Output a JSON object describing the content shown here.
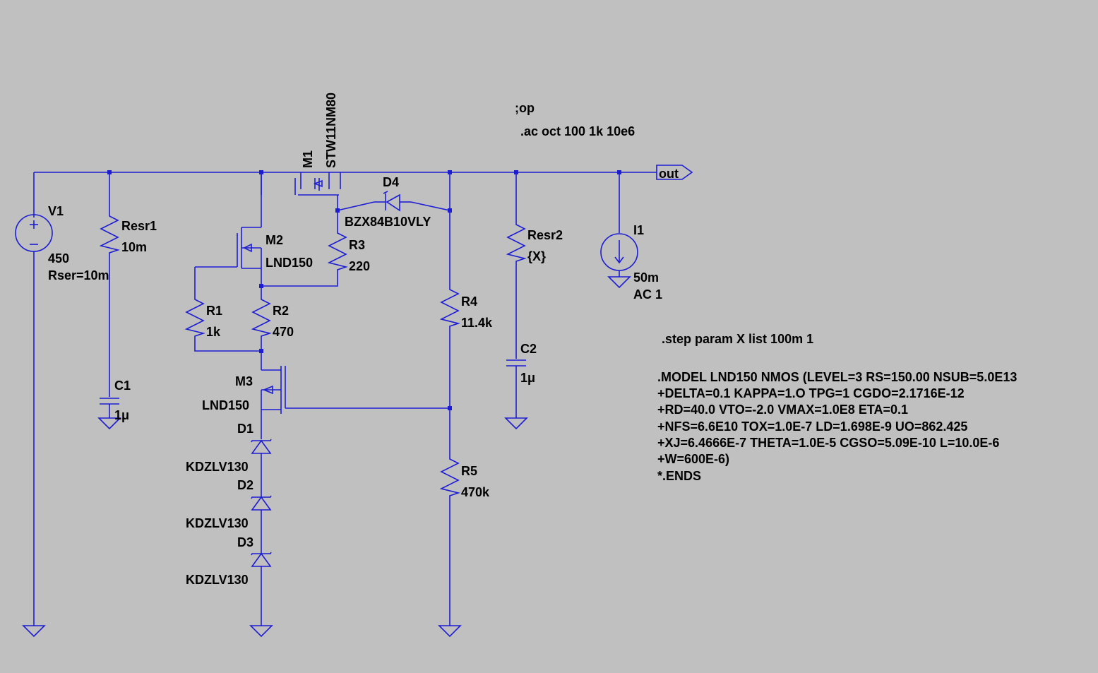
{
  "directives": {
    "op": ";op",
    "ac": ".ac oct 100 1k 10e6",
    "step": ".step param X list 100m 1",
    "model": [
      ".MODEL LND150 NMOS (LEVEL=3 RS=150.00 NSUB=5.0E13",
      "+DELTA=0.1 KAPPA=1.O TPG=1 CGDO=2.1716E-12",
      "+RD=40.0 VTO=-2.0 VMAX=1.0E8 ETA=0.1",
      "+NFS=6.6E10 TOX=1.0E-7 LD=1.698E-9 UO=862.425",
      "+XJ=6.4666E-7 THETA=1.0E-5 CGSO=5.09E-10 L=10.0E-6",
      "+W=600E-6)",
      "*.ENDS"
    ]
  },
  "net_label": "out",
  "components": {
    "V1": {
      "name": "V1",
      "value": "450",
      "param": "Rser=10m"
    },
    "Resr1": {
      "name": "Resr1",
      "value": "10m"
    },
    "C1": {
      "name": "C1",
      "value": "1μ"
    },
    "M1": {
      "name": "M1",
      "value": "STW11NM80"
    },
    "M2": {
      "name": "M2",
      "value": "LND150"
    },
    "M3": {
      "name": "M3",
      "value": "LND150"
    },
    "R1": {
      "name": "R1",
      "value": "1k"
    },
    "R2": {
      "name": "R2",
      "value": "470"
    },
    "R3": {
      "name": "R3",
      "value": "220"
    },
    "R4": {
      "name": "R4",
      "value": "11.4k"
    },
    "R5": {
      "name": "R5",
      "value": "470k"
    },
    "D1": {
      "name": "D1",
      "value": "KDZLV130"
    },
    "D2": {
      "name": "D2",
      "value": "KDZLV130"
    },
    "D3": {
      "name": "D3",
      "value": "KDZLV130"
    },
    "D4": {
      "name": "D4",
      "value": "BZX84B10VLY"
    },
    "Resr2": {
      "name": "Resr2",
      "value": "{X}"
    },
    "C2": {
      "name": "C2",
      "value": "1μ"
    },
    "I1": {
      "name": "I1",
      "value": "50m",
      "param": "AC 1"
    }
  }
}
